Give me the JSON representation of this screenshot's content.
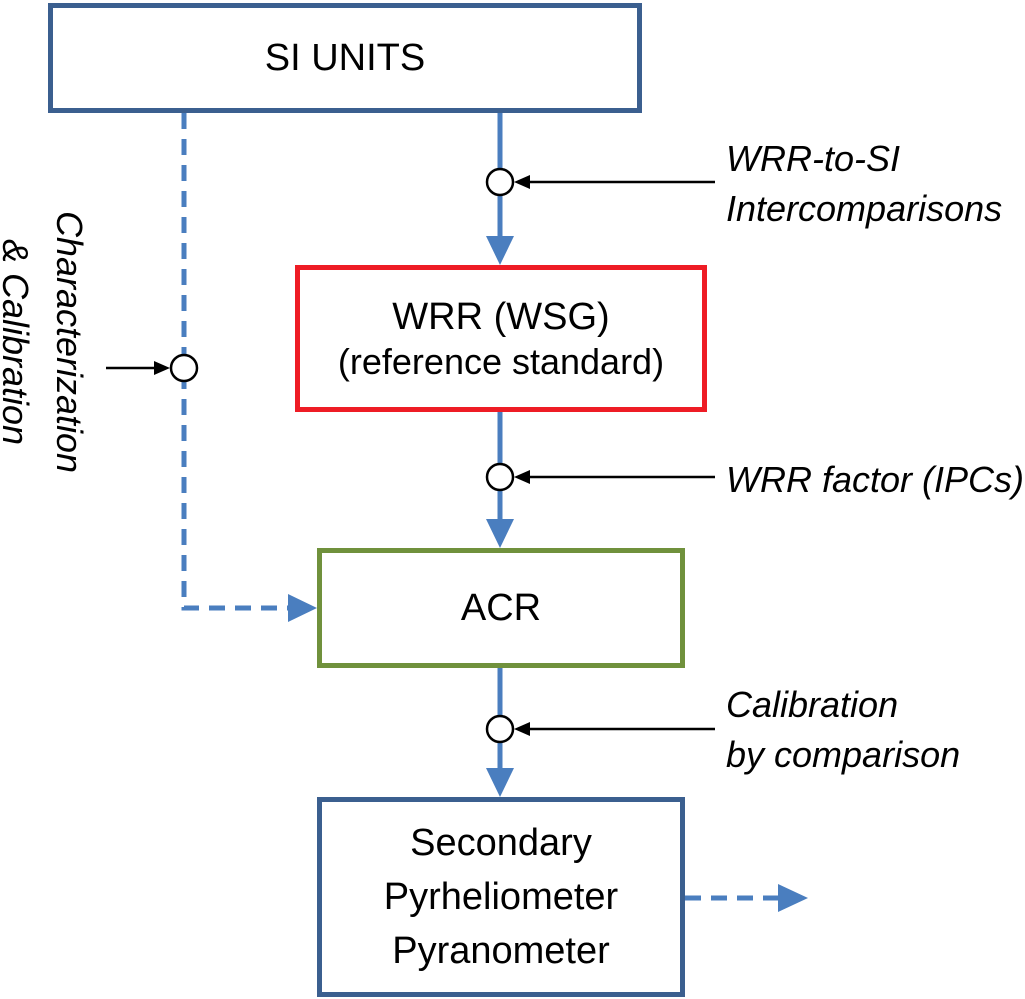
{
  "boxes": {
    "si_units": {
      "label": "SI UNITS"
    },
    "wrr": {
      "line1": "WRR (WSG)",
      "line2": "(reference standard)"
    },
    "acr": {
      "label": "ACR"
    },
    "secondary": {
      "line1": "Secondary",
      "line2": "Pyrheliometer",
      "line3": "Pyranometer"
    }
  },
  "annotations": {
    "wrr_to_si": {
      "line1": "WRR-to-SI",
      "line2": "Intercomparisons"
    },
    "wrr_factor": {
      "line1": "WRR factor (IPCs)"
    },
    "calibration": {
      "line1": "Calibration",
      "line2": "by comparison"
    },
    "characterization": {
      "line1": "Characterization",
      "line2": "& Calibration"
    }
  },
  "colors": {
    "flow_arrow": "#4a7ebf",
    "si_border": "#3b5f8f",
    "wrr_border": "#ee1c25",
    "acr_border": "#70913c",
    "secondary_border": "#3b5f8f"
  }
}
